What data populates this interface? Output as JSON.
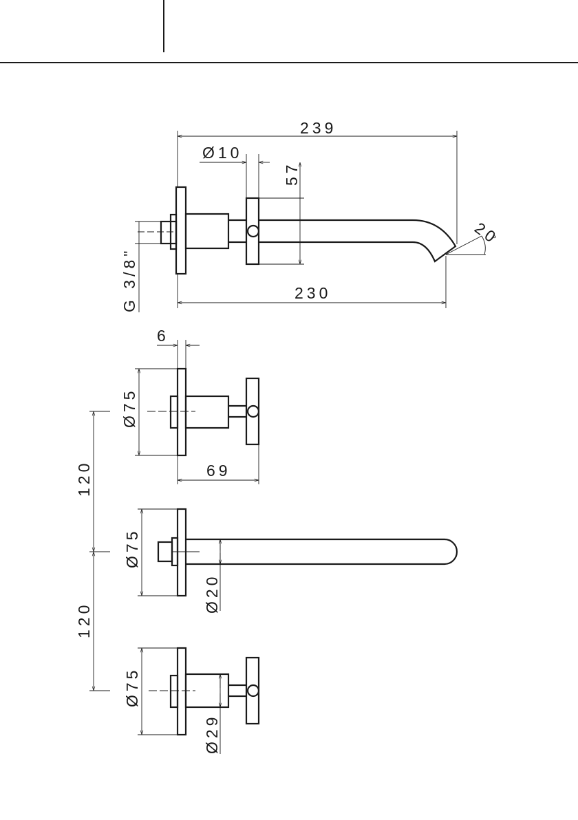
{
  "dimensions": {
    "spout_total_length": "239",
    "spout_length": "230",
    "spout_pipe_dia": "Ø10",
    "handle_height": "57",
    "spout_angle": "20",
    "degree_symbol": "°",
    "inlet_thread": "G 3/8\"",
    "rosette_thickness": "6",
    "valve_rosette_dia_top": "Ø75",
    "valve_projection": "69",
    "spacing_upper": "120",
    "spacing_lower": "120",
    "spout_rosette_dia": "Ø75",
    "spout_dia": "Ø20",
    "valve_rosette_dia_bottom": "Ø75",
    "valve_body_dia": "Ø29"
  }
}
